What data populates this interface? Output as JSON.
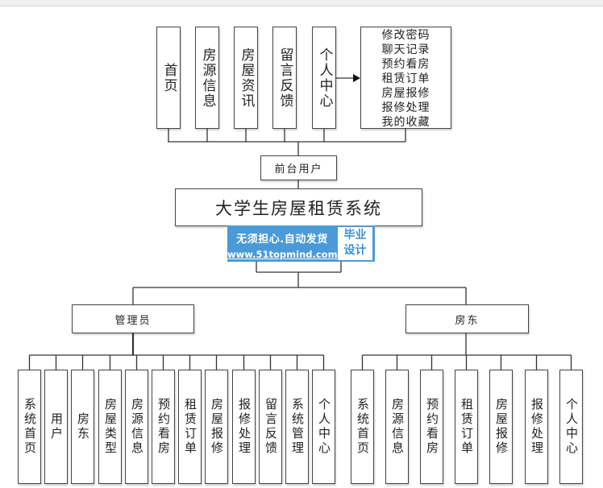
{
  "diagram": {
    "title": "大学生房屋租赁系统",
    "front_user": {
      "label": "前台用户",
      "modules": [
        "首页",
        "房源信息",
        "房屋资讯",
        "留言反馈",
        "个人中心"
      ],
      "personal_center_submenu": [
        "修改密码",
        "聊天记录",
        "预约看房",
        "租赁订单",
        "房屋报修",
        "报修处理",
        "我的收藏"
      ]
    },
    "admin": {
      "label": "管理员",
      "modules": [
        "系统首页",
        "用户",
        "房东",
        "房屋类型",
        "房源信息",
        "预约看房",
        "租赁订单",
        "房屋报修",
        "报修处理",
        "留言反馈",
        "系统管理",
        "个人中心"
      ]
    },
    "landlord": {
      "label": "房东",
      "modules": [
        "系统首页",
        "房源信息",
        "预约看房",
        "租赁订单",
        "房屋报修",
        "报修处理",
        "个人中心"
      ]
    }
  },
  "watermark": {
    "line1": "无须担心.自动发货",
    "line2": "www.51topmind.com",
    "badge": "毕业设计",
    "color": "#4a9ad8"
  }
}
